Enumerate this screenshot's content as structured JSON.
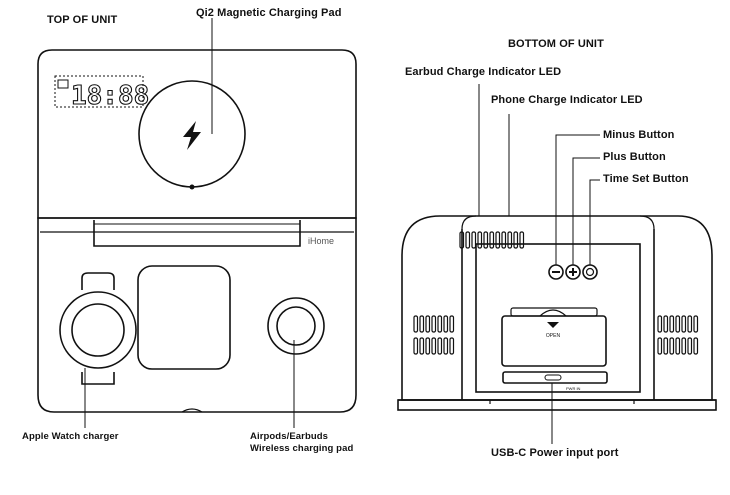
{
  "labels": {
    "top_of_unit": "TOP OF UNIT",
    "qi2_pad": "Qi2 Magnetic Charging Pad",
    "bottom_of_unit": "BOTTOM OF UNIT",
    "earbud_led": "Earbud Charge Indicator LED",
    "phone_led": "Phone Charge Indicator LED",
    "minus_button": "Minus Button",
    "plus_button": "Plus Button",
    "time_set_button": "Time Set Button",
    "apple_watch_charger": "Apple Watch charger",
    "airpods_line1": "Airpods/Earbuds",
    "airpods_line2": "Wireless charging pad",
    "usb_c_port": "USB-C Power input port"
  },
  "device_text": {
    "brand": "iHome",
    "clock_display": "18:88",
    "open_tab": "OPEN",
    "pwr_in": "PWR IN"
  },
  "icons": [
    "lightning-bolt-icon",
    "minus-icon",
    "plus-icon",
    "clock-icon"
  ],
  "colors": {
    "line": "#111111",
    "background": "#ffffff"
  }
}
